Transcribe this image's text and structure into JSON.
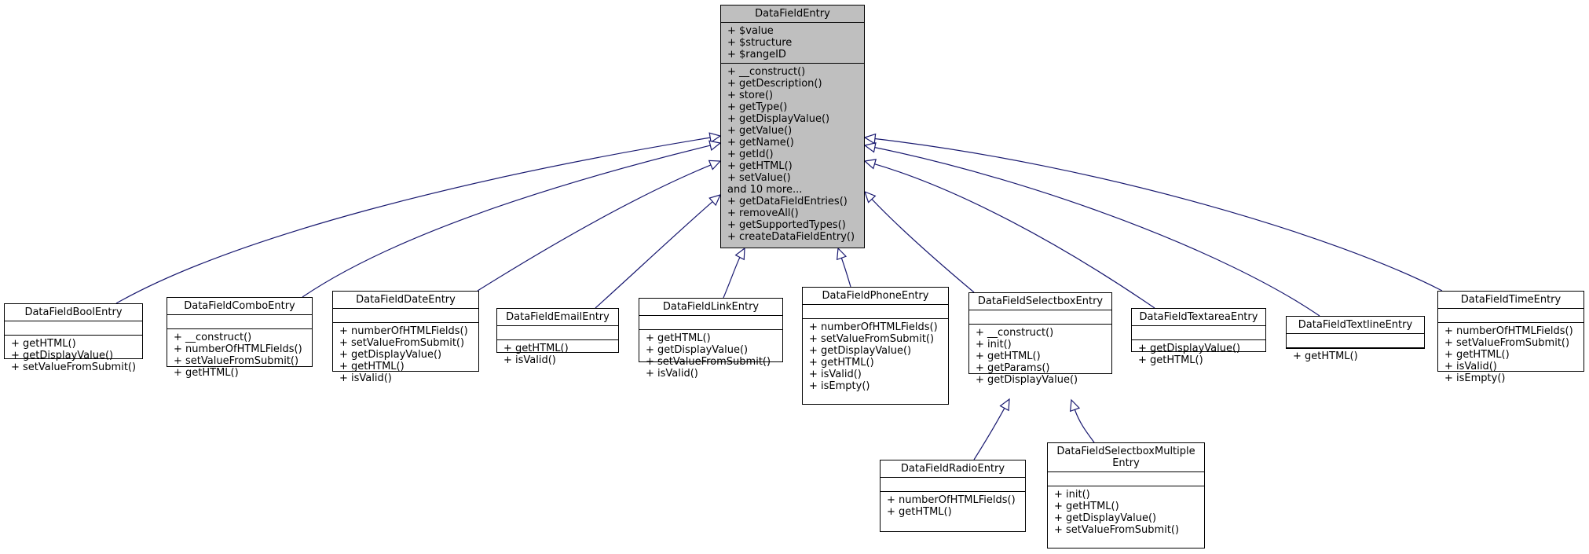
{
  "diagram": {
    "base": {
      "name": "DataFieldEntry",
      "attributes": [
        "+ $value",
        "+ $structure",
        "+ $rangeID"
      ],
      "operations": [
        "+ __construct()",
        "+ getDescription()",
        "+ store()",
        "+ getType()",
        "+ getDisplayValue()",
        "+ getValue()",
        "+ getName()",
        "+ getId()",
        "+ getHTML()",
        "+ setValue()",
        "and 10 more...",
        "+ getDataFieldEntries()",
        "+ removeAll()",
        "+ getSupportedTypes()",
        "+ createDataFieldEntry()"
      ]
    },
    "classes": [
      {
        "id": "bool",
        "name": "DataFieldBoolEntry",
        "attributes": [],
        "operations": [
          "+ getHTML()",
          "+ getDisplayValue()",
          "+ setValueFromSubmit()"
        ]
      },
      {
        "id": "combo",
        "name": "DataFieldComboEntry",
        "attributes": [],
        "operations": [
          "+ __construct()",
          "+ numberOfHTMLFields()",
          "+ setValueFromSubmit()",
          "+ getHTML()"
        ]
      },
      {
        "id": "date",
        "name": "DataFieldDateEntry",
        "attributes": [],
        "operations": [
          "+ numberOfHTMLFields()",
          "+ setValueFromSubmit()",
          "+ getDisplayValue()",
          "+ getHTML()",
          "+ isValid()"
        ]
      },
      {
        "id": "email",
        "name": "DataFieldEmailEntry",
        "attributes": [],
        "operations": [
          "+ getHTML()",
          "+ isValid()"
        ]
      },
      {
        "id": "link",
        "name": "DataFieldLinkEntry",
        "attributes": [],
        "operations": [
          "+ getHTML()",
          "+ getDisplayValue()",
          "+ setValueFromSubmit()",
          "+ isValid()"
        ]
      },
      {
        "id": "phone",
        "name": "DataFieldPhoneEntry",
        "attributes": [],
        "operations": [
          "+ numberOfHTMLFields()",
          "+ setValueFromSubmit()",
          "+ getDisplayValue()",
          "+ getHTML()",
          "+ isValid()",
          "+ isEmpty()"
        ]
      },
      {
        "id": "selectbox",
        "name": "DataFieldSelectboxEntry",
        "attributes": [],
        "operations": [
          "+ __construct()",
          "+ init()",
          "+ getHTML()",
          "+ getParams()",
          "+ getDisplayValue()"
        ]
      },
      {
        "id": "textarea",
        "name": "DataFieldTextareaEntry",
        "attributes": [],
        "operations": [
          "+ getDisplayValue()",
          "+ getHTML()"
        ]
      },
      {
        "id": "textline",
        "name": "DataFieldTextlineEntry",
        "attributes": [],
        "operations": [
          "+ getHTML()"
        ]
      },
      {
        "id": "time",
        "name": "DataFieldTimeEntry",
        "attributes": [],
        "operations": [
          "+ numberOfHTMLFields()",
          "+ setValueFromSubmit()",
          "+ getHTML()",
          "+ isValid()",
          "+ isEmpty()"
        ]
      },
      {
        "id": "radio",
        "name": "DataFieldRadioEntry",
        "attributes": [],
        "operations": [
          "+ numberOfHTMLFields()",
          "+ getHTML()"
        ]
      },
      {
        "id": "multi",
        "name": "DataFieldSelectboxMultiple\nEntry",
        "attributes": [],
        "operations": [
          "+ init()",
          "+ getHTML()",
          "+ getDisplayValue()",
          "+ setValueFromSubmit()"
        ]
      }
    ],
    "edges": [
      {
        "from": "bool",
        "to": "base"
      },
      {
        "from": "combo",
        "to": "base"
      },
      {
        "from": "date",
        "to": "base"
      },
      {
        "from": "email",
        "to": "base"
      },
      {
        "from": "link",
        "to": "base"
      },
      {
        "from": "phone",
        "to": "base"
      },
      {
        "from": "selectbox",
        "to": "base"
      },
      {
        "from": "textarea",
        "to": "base"
      },
      {
        "from": "textline",
        "to": "base"
      },
      {
        "from": "time",
        "to": "base"
      },
      {
        "from": "radio",
        "to": "selectbox"
      },
      {
        "from": "multi",
        "to": "selectbox"
      }
    ],
    "edge_color": "#191970"
  }
}
